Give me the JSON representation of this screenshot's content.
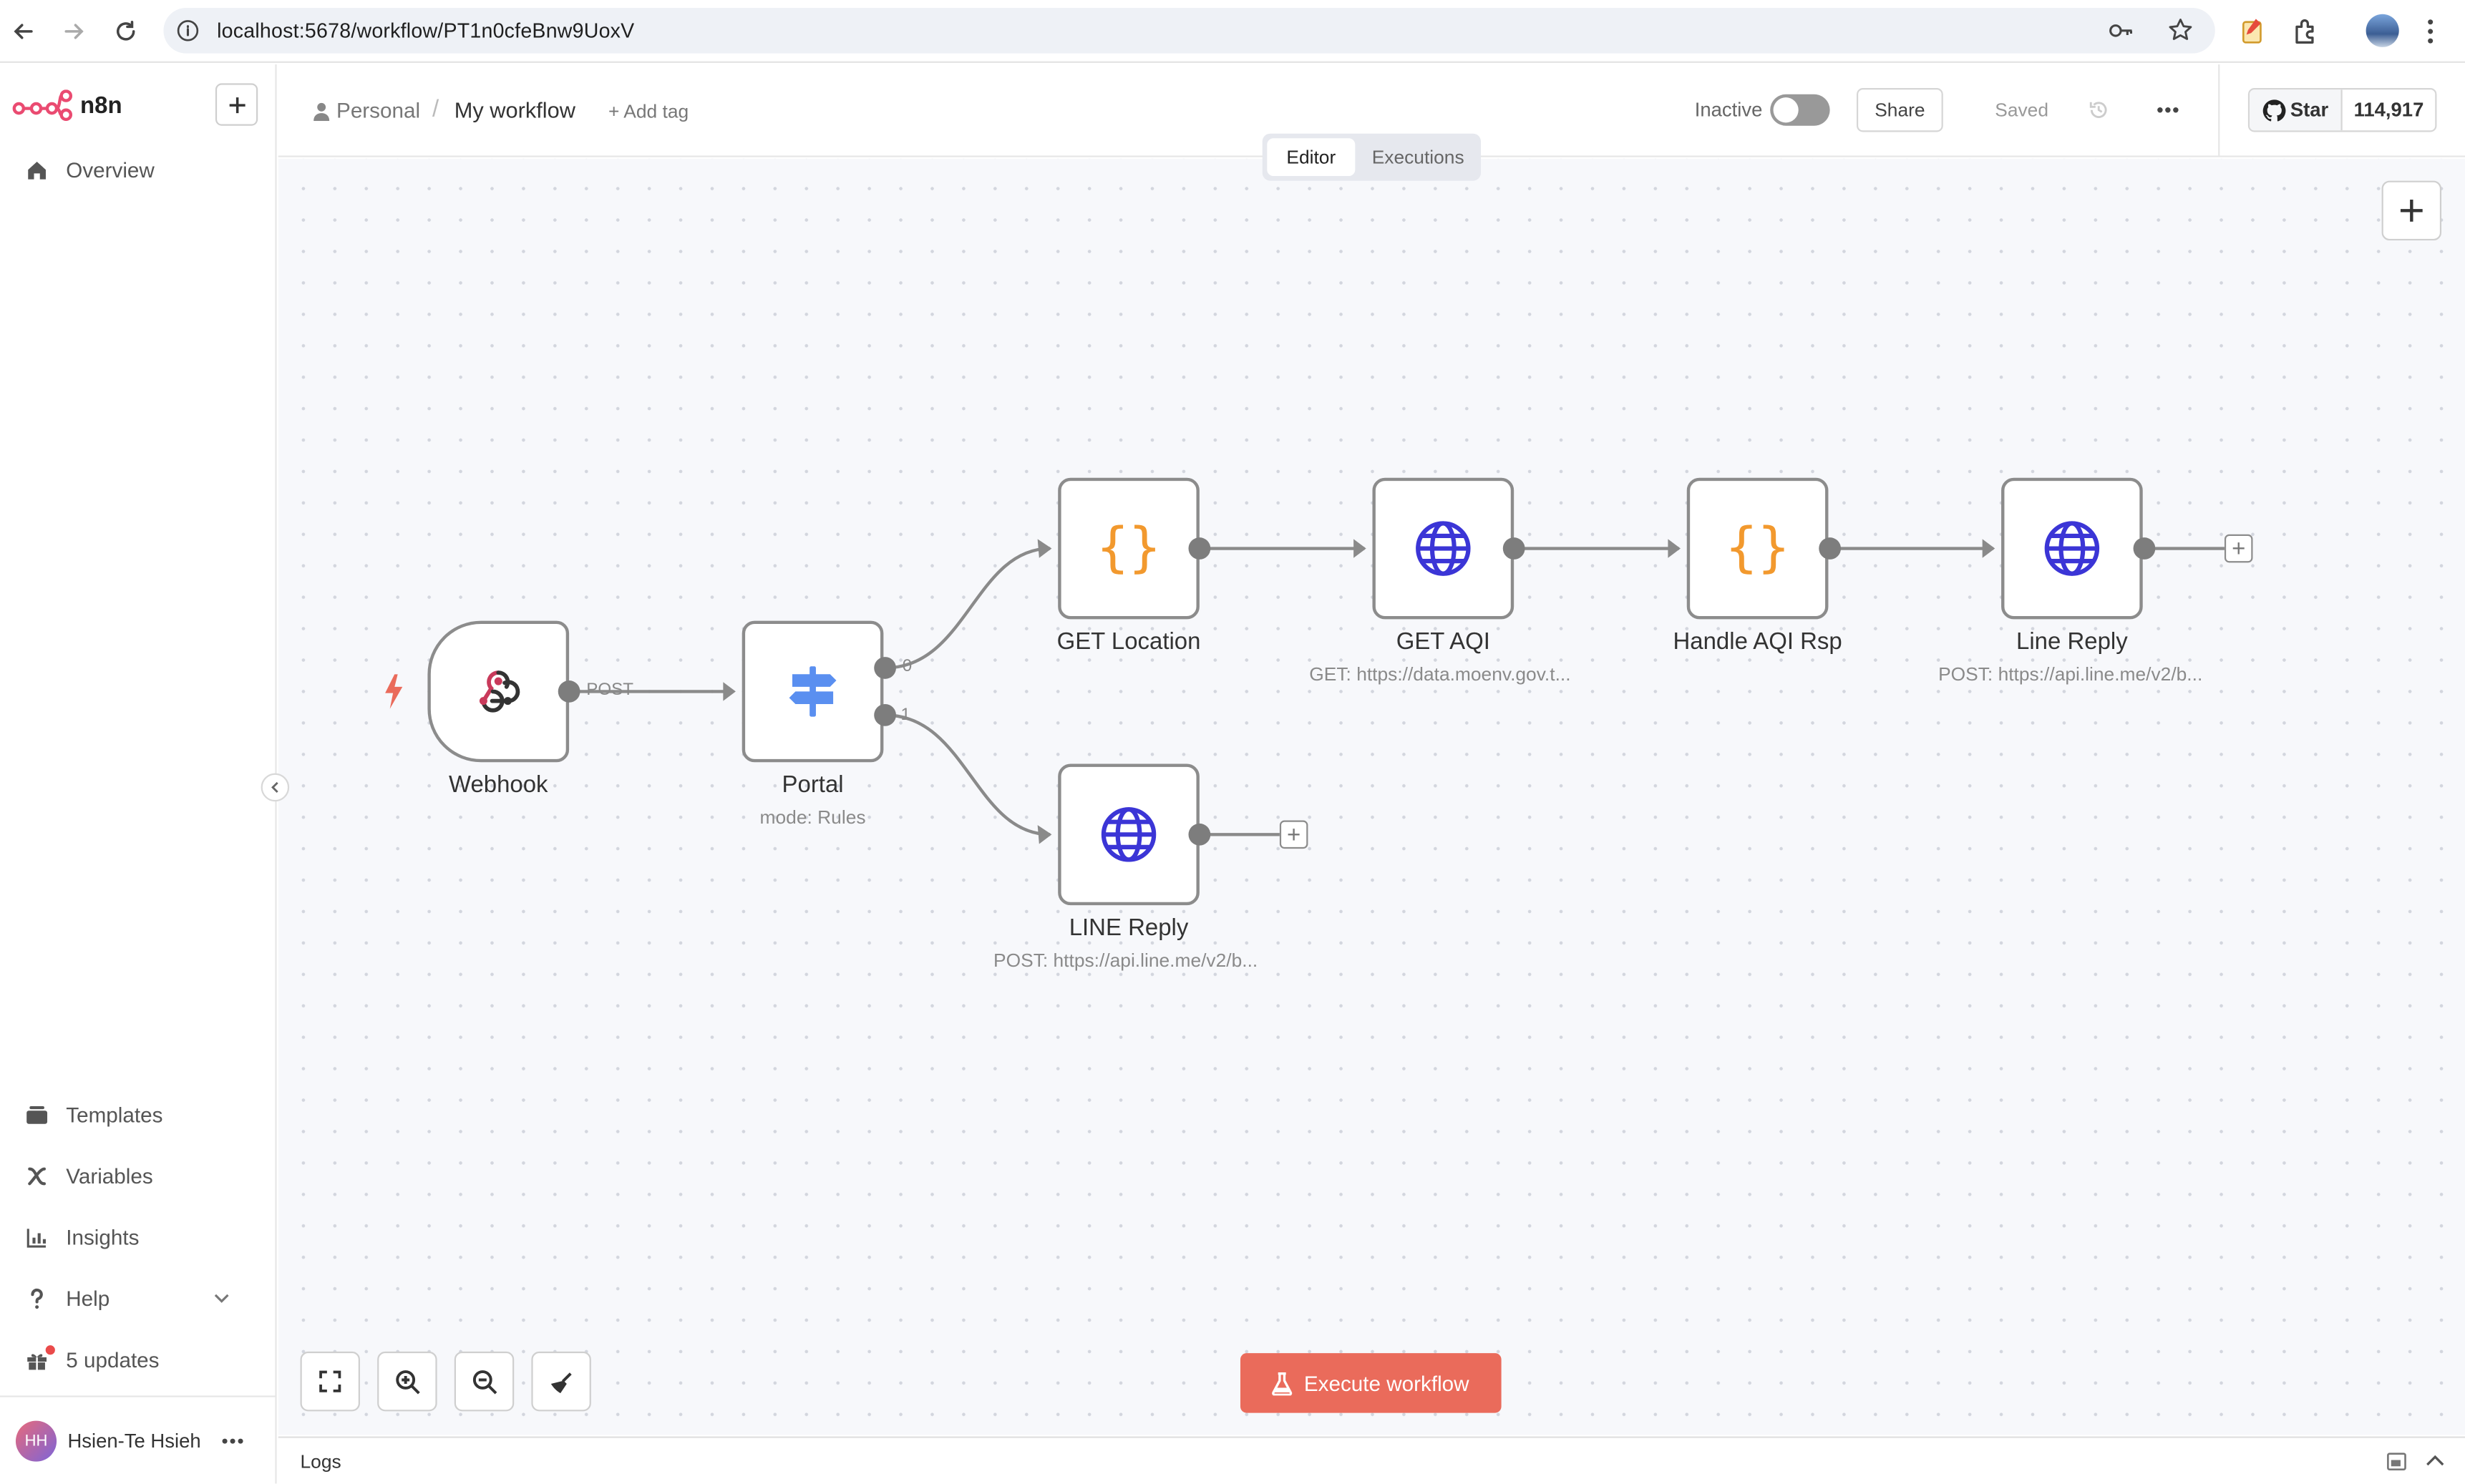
{
  "browser": {
    "url": "localhost:5678/workflow/PT1n0cfeBnw9UoxV"
  },
  "sidebar": {
    "brand": "n8n",
    "items_top": [
      {
        "label": "Overview",
        "icon": "home-icon"
      }
    ],
    "items_bottom": [
      {
        "label": "Templates",
        "icon": "template-icon"
      },
      {
        "label": "Variables",
        "icon": "variable-icon"
      },
      {
        "label": "Insights",
        "icon": "chart-icon"
      },
      {
        "label": "Help",
        "icon": "question-icon"
      },
      {
        "label": "5 updates",
        "icon": "gift-icon"
      }
    ],
    "user": {
      "initials": "HH",
      "name": "Hsien-Te Hsieh"
    }
  },
  "header": {
    "project": "Personal",
    "workflow_name": "My workflow",
    "add_tag": "+ Add tag",
    "status_label": "Inactive",
    "share": "Share",
    "saved": "Saved",
    "github_star": "Star",
    "github_count": "114,917",
    "tabs": [
      "Editor",
      "Executions"
    ],
    "active_tab": "Editor"
  },
  "canvas": {
    "nodes": [
      {
        "id": "webhook",
        "label": "Webhook",
        "sub": "",
        "icon": "webhook-icon"
      },
      {
        "id": "portal",
        "label": "Portal",
        "sub": "mode: Rules",
        "icon": "signpost-icon"
      },
      {
        "id": "get_location",
        "label": "GET Location",
        "sub": "",
        "icon": "braces-icon"
      },
      {
        "id": "get_aqi",
        "label": "GET AQI",
        "sub": "GET: https://data.moenv.gov.t...",
        "icon": "globe-icon"
      },
      {
        "id": "handle_aqi",
        "label": "Handle AQI Rsp",
        "sub": "",
        "icon": "braces-icon"
      },
      {
        "id": "line_reply_top",
        "label": "Line Reply",
        "sub": "POST: https://api.line.me/v2/b...",
        "icon": "globe-icon"
      },
      {
        "id": "line_reply_bottom",
        "label": "LINE Reply",
        "sub": "POST: https://api.line.me/v2/b...",
        "icon": "globe-icon"
      }
    ],
    "edge_labels": {
      "webhook_out": "POST",
      "portal_out0": "0",
      "portal_out1": "1"
    },
    "execute_button": "Execute workflow"
  },
  "logs": {
    "label": "Logs"
  },
  "colors": {
    "accent": "#ea6b5b",
    "execute_bg": "#ea6b5b",
    "braces": "#f2992e",
    "globe": "#3b35d6",
    "signpost": "#5a8ff0",
    "webhook_red": "#c93a5b"
  }
}
